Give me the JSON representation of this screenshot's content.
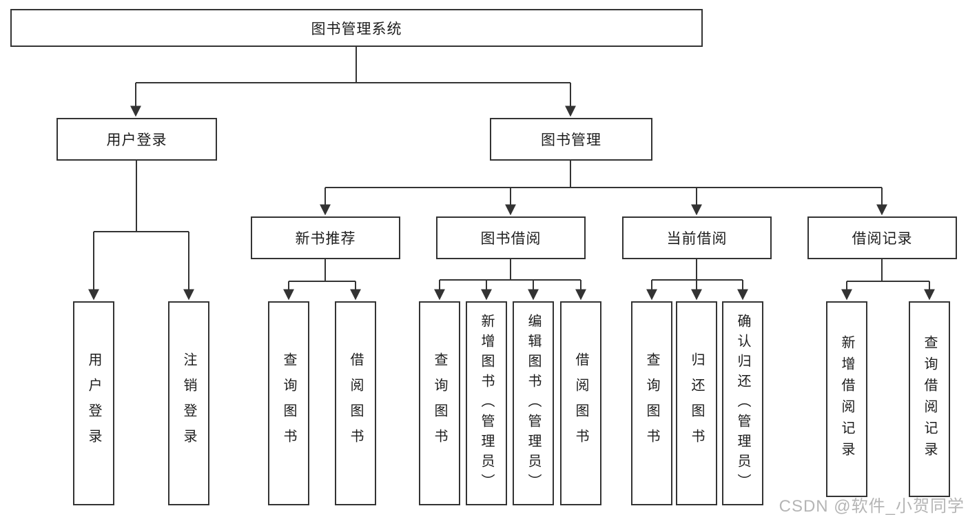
{
  "tree": {
    "label": "图书管理系统",
    "children": [
      {
        "label": "用户登录",
        "children": [
          {
            "label": "用户登录"
          },
          {
            "label": "注销登录"
          }
        ]
      },
      {
        "label": "图书管理",
        "children": [
          {
            "label": "新书推荐",
            "children": [
              {
                "label": "查询图书"
              },
              {
                "label": "借阅图书"
              }
            ]
          },
          {
            "label": "图书借阅",
            "children": [
              {
                "label": "查询图书"
              },
              {
                "label": "新增图书（管理员）"
              },
              {
                "label": "编辑图书（管理员）"
              },
              {
                "label": "借阅图书"
              }
            ]
          },
          {
            "label": "当前借阅",
            "children": [
              {
                "label": "查询图书"
              },
              {
                "label": "归还图书"
              },
              {
                "label": "确认归还（管理员）"
              }
            ]
          },
          {
            "label": "借阅记录",
            "children": [
              {
                "label": "新增借阅记录"
              },
              {
                "label": "查询借阅记录"
              }
            ]
          }
        ]
      }
    ]
  },
  "watermark": {
    "text": "CSDN @软件_小贺同学"
  },
  "colors": {
    "line": "#333333",
    "border": "#333333",
    "text": "#1d1d1d",
    "background": "#ffffff",
    "watermark": "#b5b5b5"
  }
}
